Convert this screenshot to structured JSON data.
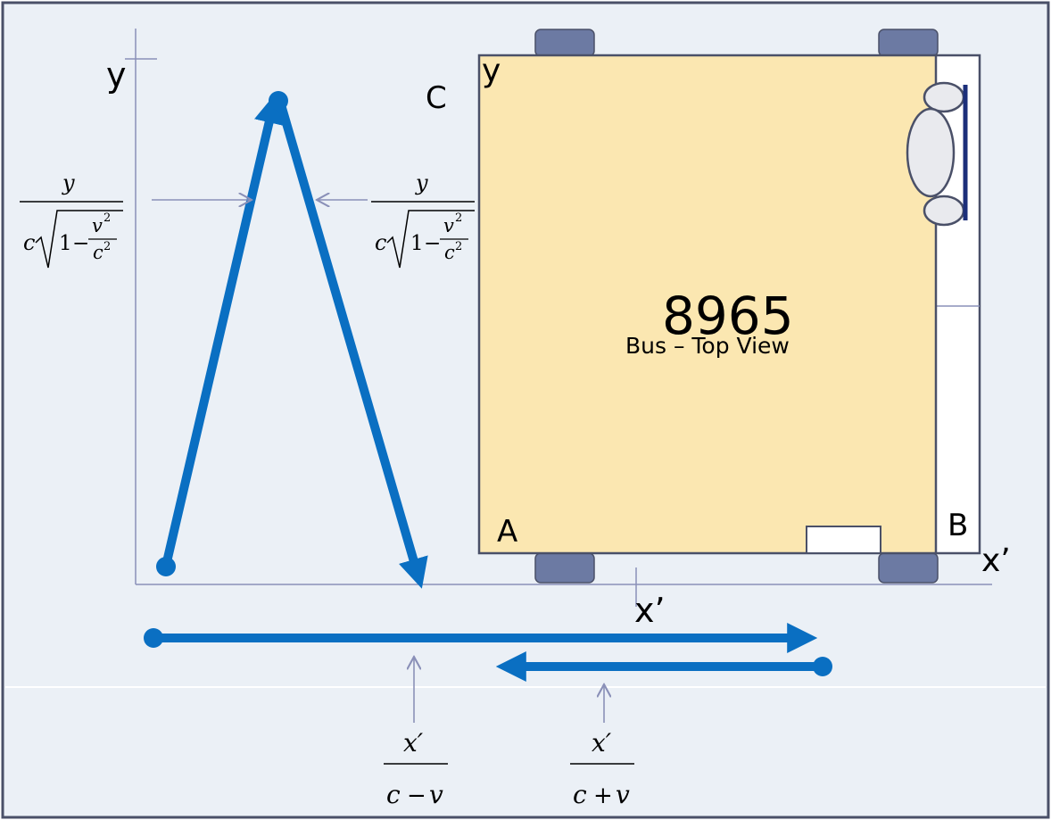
{
  "labels": {
    "y_axis": "y",
    "bus_y": "y",
    "corner_c": "C",
    "corner_a": "A",
    "corner_b": "B",
    "bus_x_prime": "x’",
    "axis_x_prime": "x’",
    "bus_number": "8965",
    "bus_caption": "Bus – Top View"
  },
  "formulas": {
    "time_up": {
      "numerator": "y",
      "c": "c",
      "one": "1",
      "minus": "−",
      "v": "v",
      "sq": "2",
      "c_den": "c",
      "sq2": "2"
    },
    "time_down": {
      "numerator": "y",
      "c": "c",
      "one": "1",
      "minus": "−",
      "v": "v",
      "sq": "2",
      "c_den": "c",
      "sq2": "2"
    },
    "time_forward": {
      "numerator": "x′",
      "denominator_left": "c",
      "op": "−",
      "denominator_right": "v"
    },
    "time_back": {
      "numerator": "x′",
      "denominator_left": "c",
      "op": "+",
      "denominator_right": "v"
    }
  },
  "colors": {
    "background": "#ebf0f6",
    "frame": "#4a5068",
    "bus_body": "#fbe7b1",
    "bus_outline": "#4a5068",
    "wheel": "#6c7aa3",
    "path_arrow": "#0a6fc2",
    "thin_arrow": "#8a90b8",
    "driver_bar": "#1c2f7a"
  }
}
